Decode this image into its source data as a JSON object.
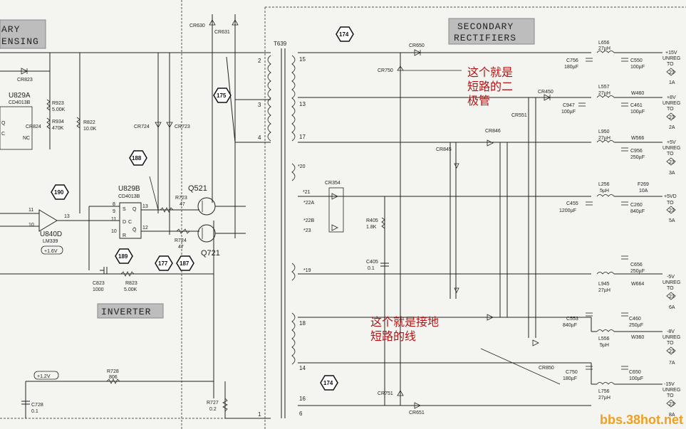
{
  "sections": {
    "sensing": {
      "line1": "ARY",
      "line2": "ENSING"
    },
    "secondary": {
      "line1": "SECONDARY",
      "line2": "RECTIFIERS"
    },
    "inverter": "INVERTER"
  },
  "annotations": {
    "diode_note": [
      "这个就是",
      "短路的二",
      "极管"
    ],
    "ground_note": [
      "这个就是接地",
      "短路的线"
    ]
  },
  "watermark": "bbs.38hot.net",
  "hex_refs": [
    "174",
    "175",
    "188",
    "190",
    "189",
    "177",
    "187",
    "174"
  ],
  "transformer": {
    "ref": "T639",
    "primary_pins": [
      "2",
      "3",
      "4",
      "1"
    ],
    "secondary_pins": [
      "15",
      "13",
      "17",
      "*20",
      "*21",
      "*22A",
      "*22B",
      "*23",
      "*19",
      "18",
      "14",
      "16",
      "6"
    ]
  },
  "left_parts": {
    "cr823": "CR823",
    "u829a": "U829A",
    "u829a_ic": "CD4013B",
    "r923": "R923",
    "r923_v": "5.00K",
    "r934": "R934",
    "r934_v": "470K",
    "cr824": "CR824",
    "nc": "NC",
    "r822": "R822",
    "r822_v": "10.0K",
    "cr724": "CR724",
    "cr723": "CR723",
    "cr630": "CR630",
    "cr631": "CR631",
    "u829b": "U829B",
    "u829b_ic": "CD4013B",
    "u840d": "U840D",
    "u840d_ic": "LM339",
    "ref_16v": "+1.6V",
    "r723": "R723",
    "r723_v": "47",
    "r724": "R724",
    "r724_v": "47",
    "q521": "Q521",
    "q721": "Q721",
    "c823": "C823",
    "c823_v": "1000",
    "r823": "R823",
    "r823_v": "5.00K",
    "ref_12v": "+1.2V",
    "r728": "R728",
    "r728_v": "806",
    "c728": "C728",
    "c728_v": "0.1",
    "r727": "R727",
    "r727_v": "0.2"
  },
  "right_parts": {
    "cr650": "CR650",
    "cr750": "CR750",
    "cr450": "CR450",
    "cr551": "CR551",
    "cr846": "CR846",
    "cr845": "CR845",
    "cr354": "CR354",
    "r405": "R405",
    "r405_v": "1.8K",
    "c405": "C405",
    "c405_v": "0.1",
    "cr751": "CR751",
    "cr651": "CR651",
    "cr850": "CR850"
  },
  "rails": [
    {
      "v": "+15V",
      "unreg": "UNREG",
      "to": "TO",
      "hex": "23",
      "pin": "1A",
      "cap1": "C756",
      "cap1_v": "180µF",
      "ind": "L656",
      "ind_v": "27µH",
      "cap2": "C550",
      "cap2_v": "100µF"
    },
    {
      "v": "+8V",
      "unreg": "UNREG",
      "to": "TO",
      "hex": "23",
      "pin": "2A",
      "cap1": "C947",
      "cap1_v": "100µF",
      "ind": "L557",
      "ind_v": "27µH",
      "cap2": "C461",
      "cap2_v": "100µF",
      "wire": "W460"
    },
    {
      "v": "+5V",
      "unreg": "UNREG",
      "to": "TO",
      "hex": "23",
      "pin": "3A",
      "cap1": "",
      "cap1_v": "",
      "ind": "L950",
      "ind_v": "27µH",
      "cap2": "C956",
      "cap2_v": "250µF",
      "wire": "W566"
    },
    {
      "v": "+5VD",
      "unreg": "",
      "to": "TO",
      "hex": "23",
      "pin": "5A",
      "cap1": "C455",
      "cap1_v": "1200µF",
      "ind": "L256",
      "ind_v": "5µH",
      "cap2": "C260",
      "cap2_v": "840µF",
      "fuse": "F269",
      "fuse_v": "10A"
    },
    {
      "v": "-5V",
      "unreg": "UNREG",
      "to": "TO",
      "hex": "23",
      "pin": "6A",
      "cap1": "",
      "cap1_v": "",
      "ind": "L945",
      "ind_v": "27µH",
      "cap2": "C656",
      "cap2_v": "250µF",
      "wire": "W664"
    },
    {
      "v": "-8V",
      "unreg": "UNREG",
      "to": "TO",
      "hex": "23",
      "pin": "7A",
      "cap1": "C553",
      "cap1_v": "840µF",
      "ind": "L556",
      "ind_v": "5µH",
      "cap2": "C460",
      "cap2_v": "250µF",
      "wire": "W360"
    },
    {
      "v": "-15V",
      "unreg": "UNREG",
      "to": "TO",
      "hex": "23",
      "pin": "8A",
      "cap1": "C750",
      "cap1_v": "180µF",
      "ind": "L756",
      "ind_v": "27µH",
      "cap2": "C650",
      "cap2_v": "100µF"
    }
  ]
}
